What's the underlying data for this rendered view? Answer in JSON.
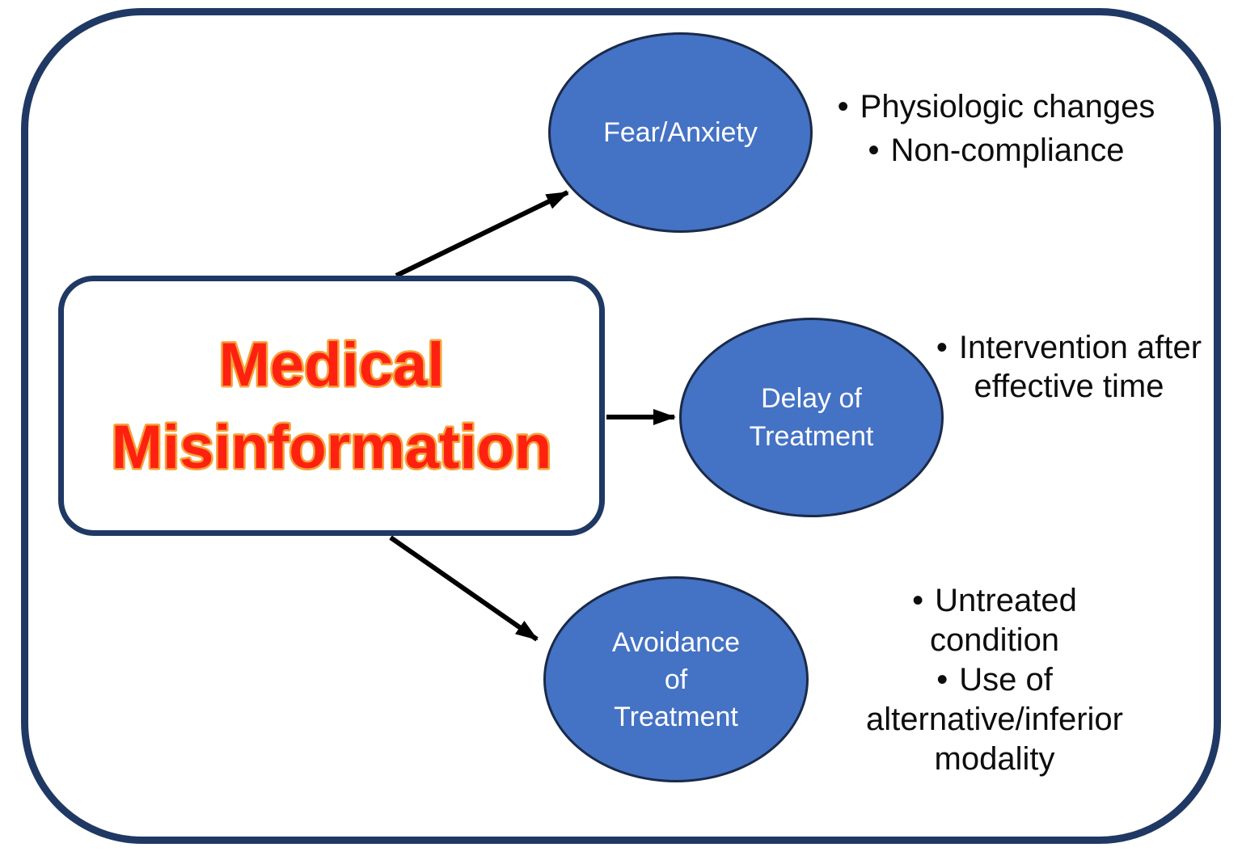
{
  "diagram": {
    "background_color": "#ffffff",
    "frame_color": "#1F3864",
    "arrow_color": "#000000",
    "bullet_char": "•",
    "title": {
      "line1": "Medical",
      "line2": "Misinformation",
      "fill_color": "#FF2110",
      "outline_color": "#F2A33C"
    },
    "node_fill_color": "#4472C4",
    "node_border_color": "#1B2A49",
    "node_text_color": "#ffffff",
    "body_text_color": "#0d0d0d",
    "nodes": [
      {
        "id": "fear-anxiety",
        "label_lines": [
          "Fear/Anxiety"
        ],
        "outcomes": [
          {
            "lines": [
              "Physiologic changes"
            ]
          },
          {
            "lines": [
              "Non-compliance"
            ]
          }
        ]
      },
      {
        "id": "delay-of-treatment",
        "label_lines": [
          "Delay of",
          "Treatment"
        ],
        "outcomes": [
          {
            "lines": [
              "Intervention after",
              "effective time"
            ]
          }
        ]
      },
      {
        "id": "avoidance-of-treatment",
        "label_lines": [
          "Avoidance",
          "of",
          "Treatment"
        ],
        "outcomes": [
          {
            "lines": [
              "Untreated",
              "condition"
            ]
          },
          {
            "lines": [
              "Use of",
              "alternative/inferior",
              "modality"
            ]
          }
        ]
      }
    ]
  }
}
